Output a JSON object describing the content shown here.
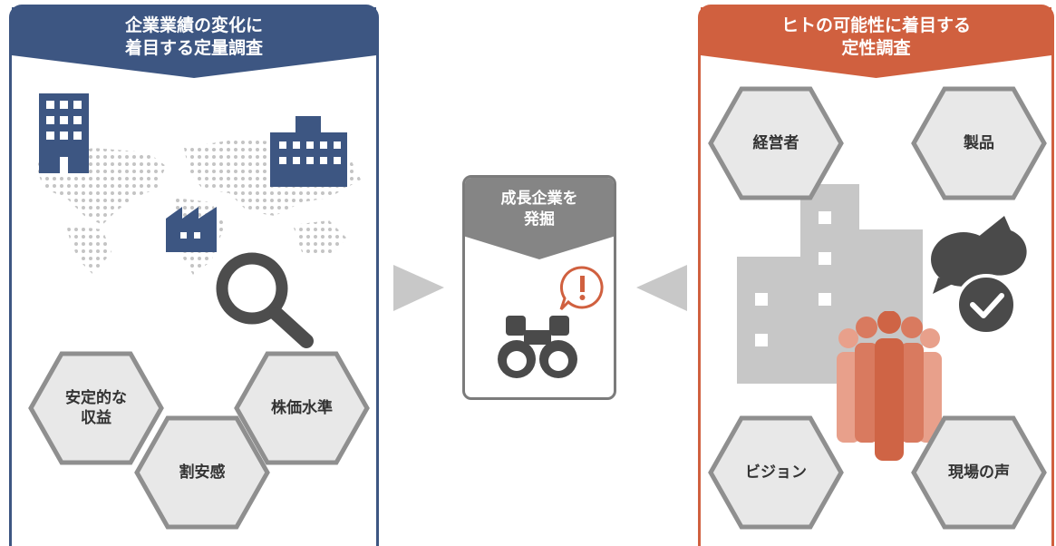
{
  "left_panel": {
    "title": "企業業績の変化に\n着目する定量調査",
    "hexagons": [
      {
        "label": "安定的な\n収益"
      },
      {
        "label": "割安感"
      },
      {
        "label": "株価水準"
      }
    ],
    "icons": [
      "office-building-icon",
      "factory-icon",
      "world-map-icon",
      "magnifier-icon"
    ]
  },
  "center": {
    "title": "成長企業を\n発掘",
    "icons": [
      "exclamation-bubble-icon",
      "binoculars-icon"
    ]
  },
  "right_panel": {
    "title": "ヒトの可能性に着目する\n定性調査",
    "hexagons": [
      {
        "label": "経営者"
      },
      {
        "label": "製品"
      },
      {
        "label": "ビジョン"
      },
      {
        "label": "現場の声"
      }
    ],
    "icons": [
      "building-icon",
      "chat-bubbles-icon",
      "people-group-icon"
    ]
  },
  "colors": {
    "left_accent": "#3d5682",
    "right_accent": "#d0603f",
    "center_gray": "#858585",
    "hex_fill": "#e8e8e8",
    "hex_border": "#8f8f8f"
  }
}
